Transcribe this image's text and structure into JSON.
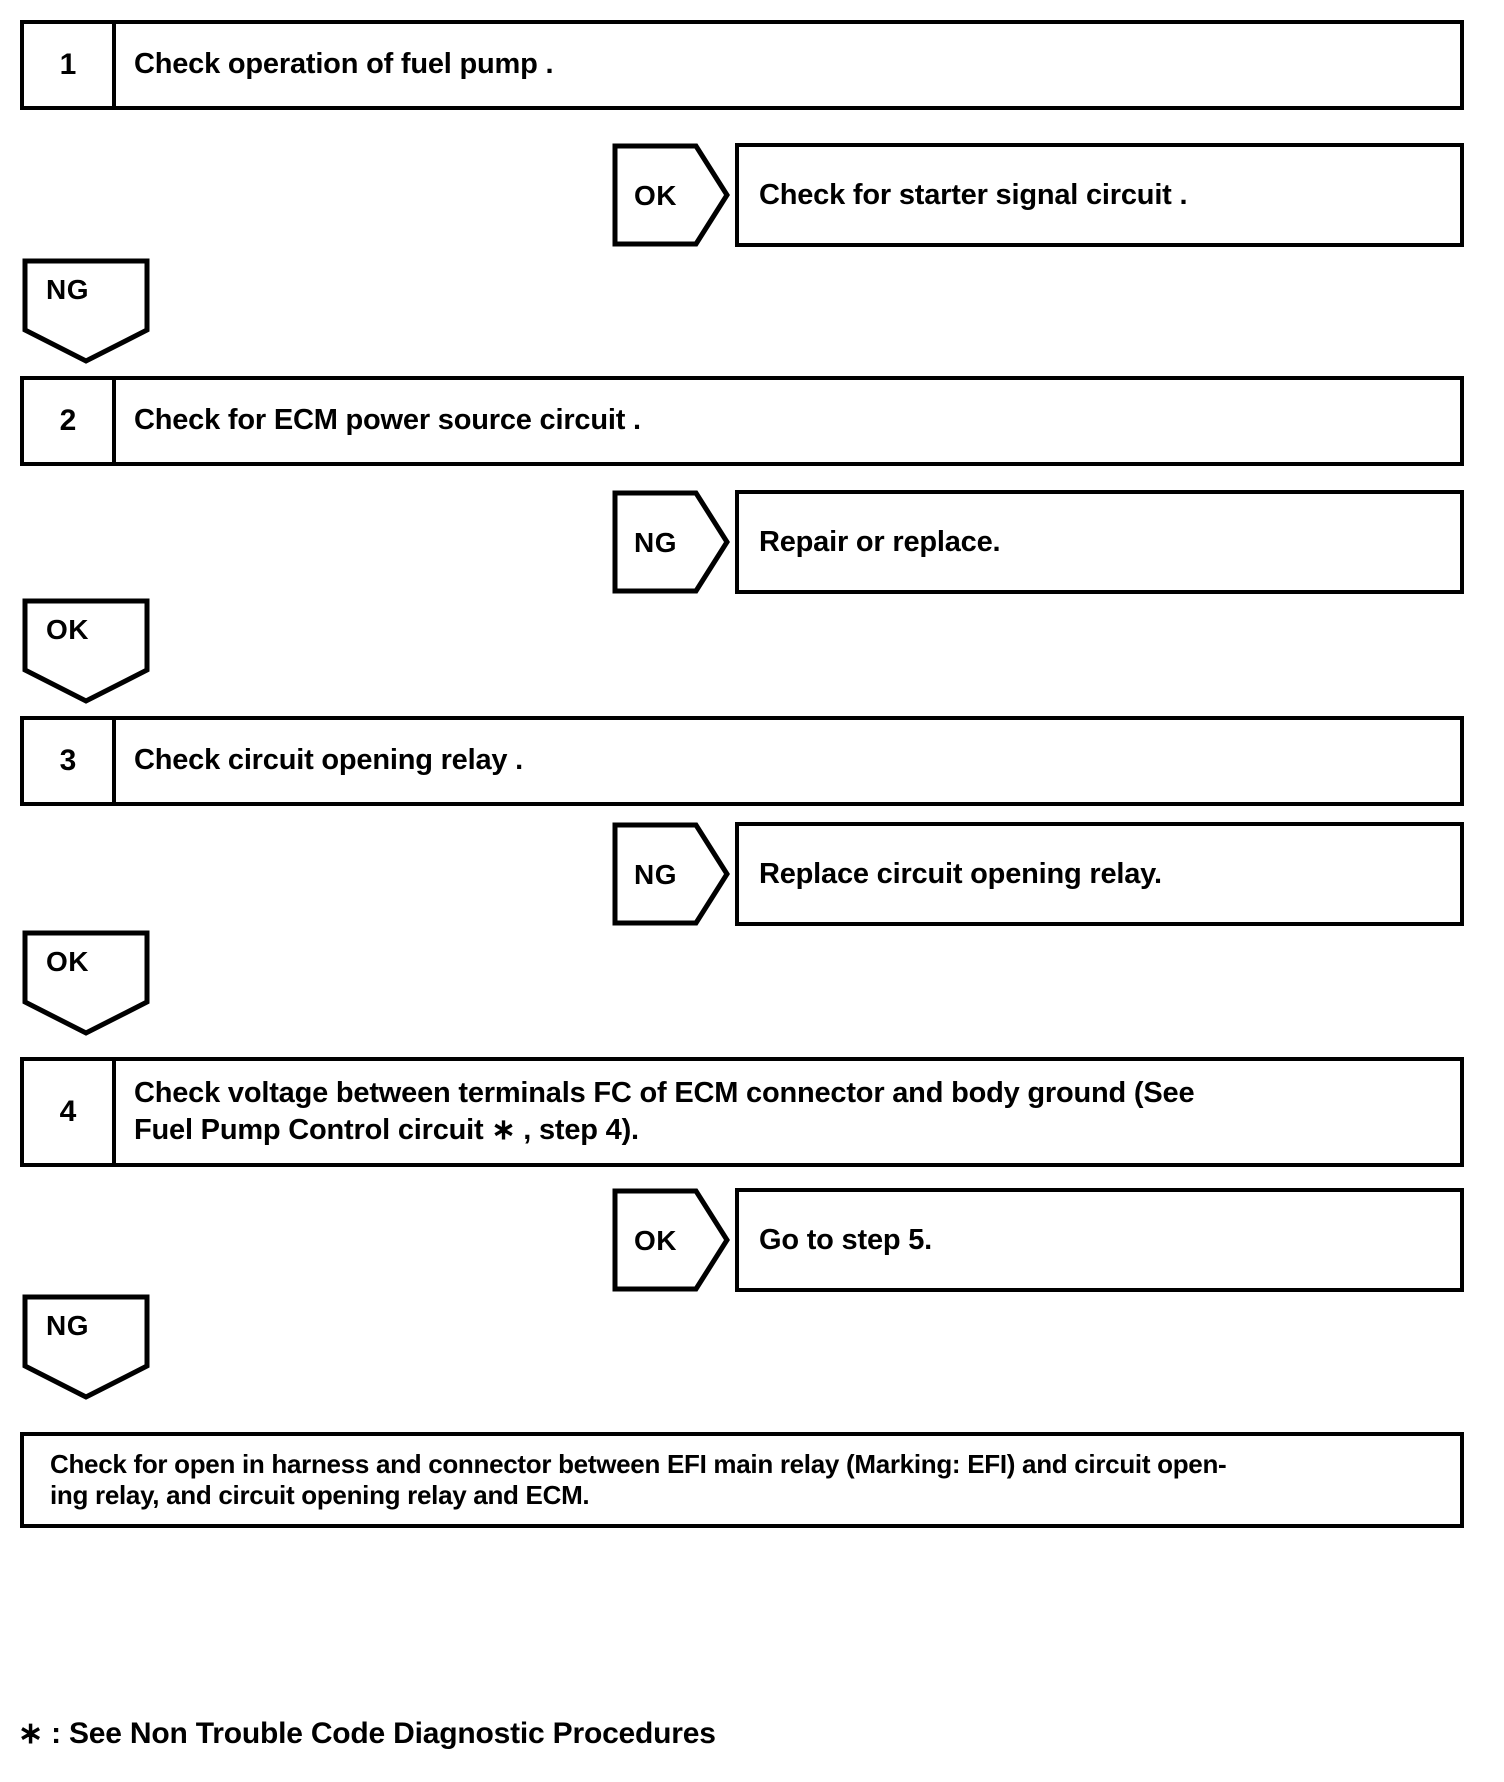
{
  "document": {
    "type": "diagnostic-flowchart",
    "title": "Fuel Pump Diagnostic Flowchart"
  },
  "steps": [
    {
      "number": "1",
      "text_lines": [
        "Check operation of fuel pump ."
      ],
      "branch": {
        "label": "OK",
        "result_lines": [
          "Check for starter signal circuit ."
        ]
      },
      "continue_label": "NG"
    },
    {
      "number": "2",
      "text_lines": [
        "Check for ECM power source circuit ."
      ],
      "branch": {
        "label": "NG",
        "result_lines": [
          "Repair or replace."
        ]
      },
      "continue_label": "OK"
    },
    {
      "number": "3",
      "text_lines": [
        "Check circuit opening relay ."
      ],
      "branch": {
        "label": "NG",
        "result_lines": [
          "Replace circuit opening relay."
        ]
      },
      "continue_label": "OK"
    },
    {
      "number": "4",
      "text_lines": [
        "Check voltage between terminals FC of ECM connector and body ground (See",
        "Fuel Pump Control circuit ∗ , step 4)."
      ],
      "branch": {
        "label": "OK",
        "result_lines": [
          "Go to step 5."
        ]
      },
      "continue_label": "NG"
    }
  ],
  "conclusion": {
    "text_lines": [
      "Check for open in harness and connector between EFI main relay (Marking: EFI) and circuit open-",
      "ing relay, and circuit opening relay and ECM."
    ]
  },
  "footnote": {
    "text": "∗ : See Non Trouble Code Diagnostic Procedures"
  },
  "colors": {
    "ink": "#000000",
    "paper": "#ffffff"
  }
}
